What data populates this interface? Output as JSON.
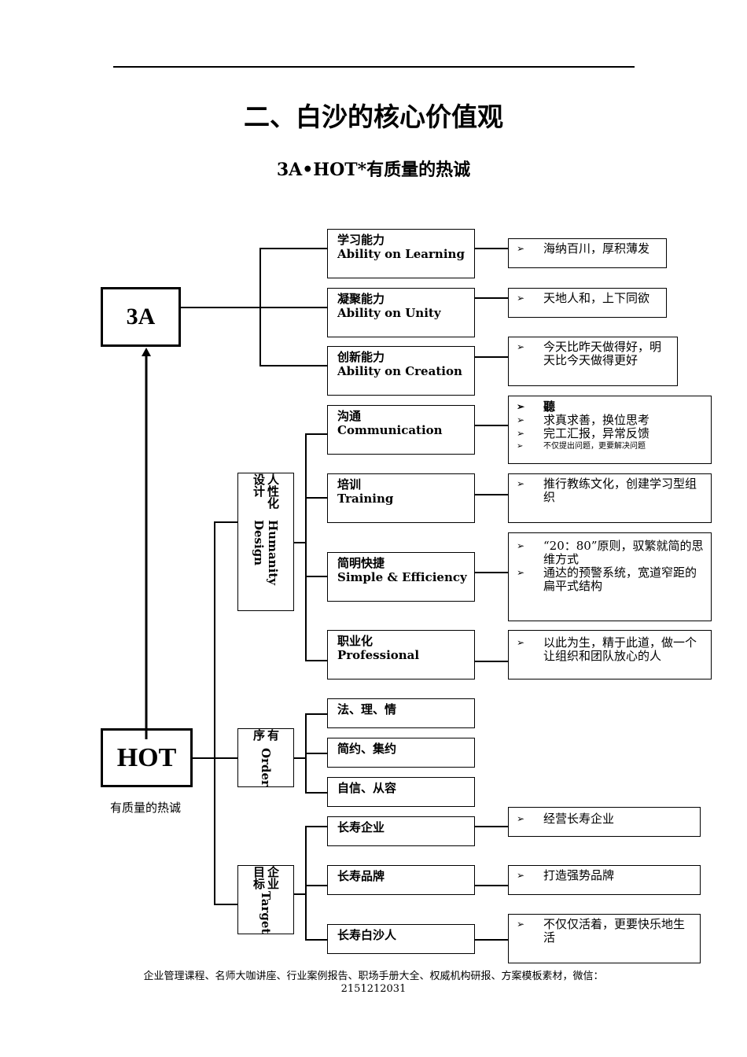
{
  "page": {
    "title": "二、白沙的核心价值观",
    "subtitle": "3A•HOT*有质量的热诚",
    "footer_line1": "企业管理课程、名师大咖讲座、行业案例报告、职场手册大全、权威机构研报、方案模板素材，微信：",
    "footer_line2": "2151212031"
  },
  "diagram": {
    "root_3a": "3A",
    "root_hot": "HOT",
    "hot_caption": "有质量的热诚",
    "branch_3a": [
      {
        "cn": "学习能力",
        "en": "Ability on Learning",
        "notes": [
          "海纳百川，厚积薄发"
        ]
      },
      {
        "cn": "凝聚能力",
        "en": "Ability on Unity",
        "notes": [
          "天地人和，上下同欲"
        ]
      },
      {
        "cn": "创新能力",
        "en": "Ability on Creation",
        "notes": [
          "今天比昨天做得好，明天比今天做得更好"
        ]
      }
    ],
    "group_humanity": {
      "cn": "人性化设计",
      "en": "Humanity Design"
    },
    "group_order": {
      "cn": "有序",
      "en": "Order"
    },
    "group_target": {
      "cn": "企业目标",
      "en": "Target"
    },
    "humanity_items": [
      {
        "cn": "沟通",
        "en": "Communication",
        "notes": [
          "聽",
          "求真求善，换位思考",
          "完工汇报，异常反馈",
          "不仅提出问题，更要解决问题"
        ]
      },
      {
        "cn": "培训",
        "en": "Training",
        "notes": [
          "推行教练文化，创建学习型组织"
        ]
      },
      {
        "cn": "简明快捷",
        "en": "Simple & Efficiency",
        "notes": [
          "“20：80”原则，驭繁就简的思维方式",
          "通达的预警系统，宽道窄距的扁平式结构"
        ]
      },
      {
        "cn": "职业化",
        "en": "Professional",
        "notes": [
          "以此为生，精于此道，做一个让组织和团队放心的人"
        ]
      }
    ],
    "order_items": [
      "法、理、情",
      "简约、集约",
      "自信、从容"
    ],
    "target_items": [
      {
        "label": "长寿企业",
        "notes": [
          "经营长寿企业"
        ]
      },
      {
        "label": "长寿品牌",
        "notes": [
          "打造强势品牌"
        ]
      },
      {
        "label": "长寿白沙人",
        "notes": [
          "不仅仅活着，更要快乐地生活"
        ]
      }
    ],
    "arrow_glyph": "➢"
  }
}
